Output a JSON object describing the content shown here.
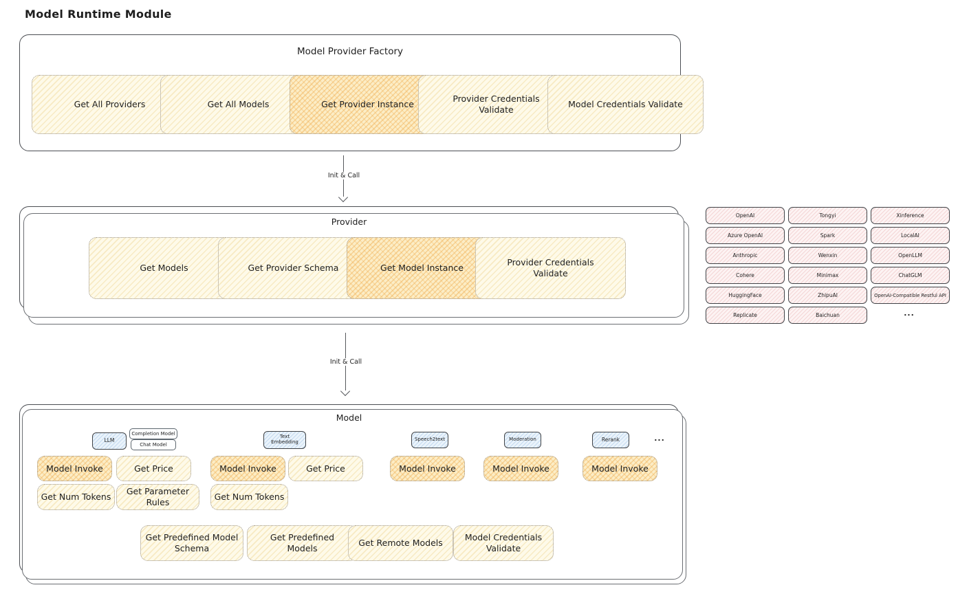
{
  "title": "Model Runtime Module",
  "colors": {
    "yellow_fill": "#FEFAE9",
    "orange_fill": "#FAE3B3",
    "pink_fill": "#FDF3F3",
    "blue_fill": "#EAF3FB",
    "container_border": "#4a4d52",
    "text": "#1e1e1e"
  },
  "factory": {
    "title": "Model Provider Factory",
    "boxes": [
      {
        "label": "Get All Providers"
      },
      {
        "label": "Get All Models"
      },
      {
        "label": "Get Provider Instance"
      },
      {
        "label": "Provider Credentials Validate"
      },
      {
        "label": "Model Credentials Validate"
      }
    ]
  },
  "arrow1": {
    "label": "Init & Call"
  },
  "arrow2": {
    "label": "Init & Call"
  },
  "provider": {
    "title": "Provider",
    "boxes": [
      {
        "label": "Get Models"
      },
      {
        "label": "Get Provider Schema"
      },
      {
        "label": "Get Model Instance"
      },
      {
        "label": "Provider Credentials Validate"
      }
    ]
  },
  "providers_grid": {
    "columns": [
      [
        "OpenAI",
        "Azure OpenAI",
        "Anthropic",
        "Cohere",
        "HuggingFace",
        "Replicate"
      ],
      [
        "Tongyi",
        "Spark",
        "Wenxin",
        "Minimax",
        "ZhipuAI",
        "Baichuan"
      ],
      [
        "Xinference",
        "LocalAI",
        "OpenLLM",
        "ChatGLM",
        "OpenAI-Compatible Restful API"
      ]
    ],
    "ellipsis": "..."
  },
  "model": {
    "title": "Model",
    "tags": [
      {
        "label": "LLM"
      },
      {
        "label": "Completion Model"
      },
      {
        "label": "Chat Model"
      },
      {
        "label": "Text Embedding"
      },
      {
        "label": "Speech2text"
      },
      {
        "label": "Moderation"
      },
      {
        "label": "Rerank"
      }
    ],
    "tags_ellipsis": "...",
    "row1": [
      "Model Invoke",
      "Get Price",
      "Model Invoke",
      "Get Price",
      "Model Invoke",
      "Model Invoke",
      "Model Invoke"
    ],
    "row2": [
      "Get Num Tokens",
      "Get Parameter Rules",
      "Get Num Tokens"
    ],
    "bottom": [
      "Get Predefined Model Schema",
      "Get Predefined Models",
      "Get Remote Models",
      "Model Credentials Validate"
    ]
  }
}
